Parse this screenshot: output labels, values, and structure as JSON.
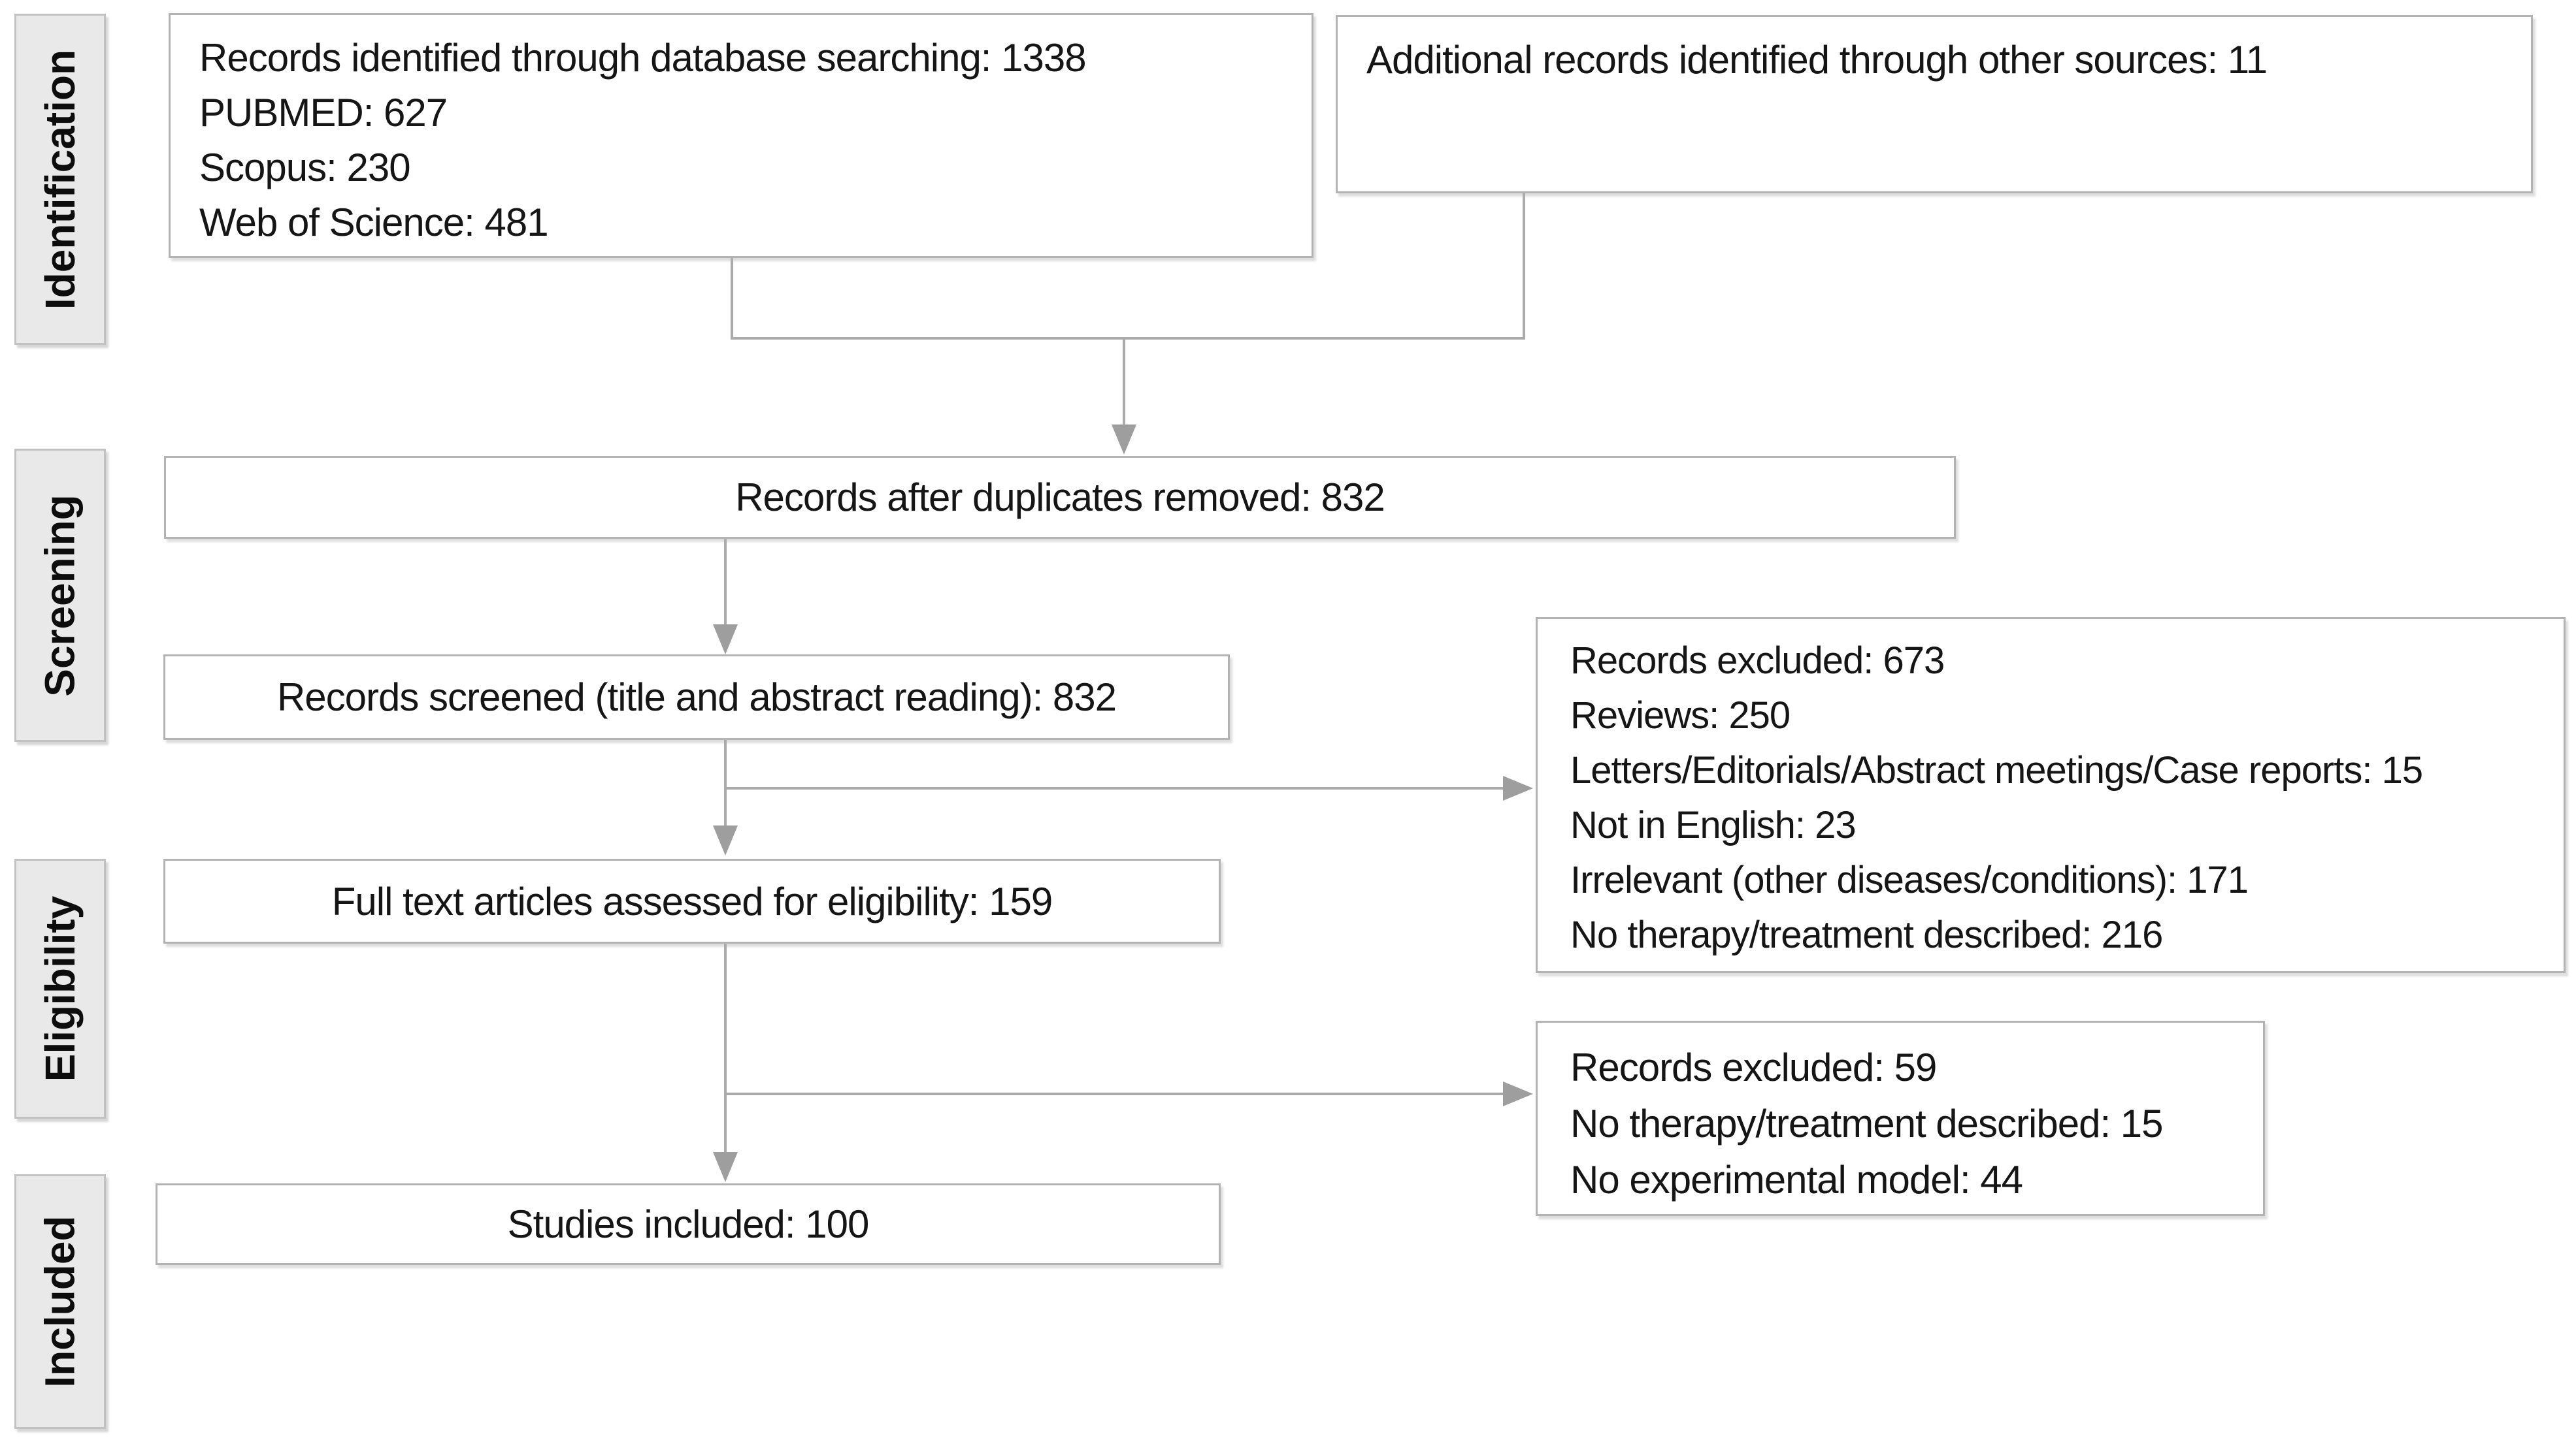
{
  "stages": [
    {
      "label": "Identification"
    },
    {
      "label": "Screening"
    },
    {
      "label": "Eligibility"
    },
    {
      "label": "Included"
    }
  ],
  "boxes": {
    "db_search": {
      "lines": [
        "Records identified through database searching: 1338",
        "PUBMED: 627",
        "Scopus: 230",
        "Web of Science: 481"
      ]
    },
    "other_sources": {
      "line": "Additional records identified through other sources: 11"
    },
    "after_duplicates": {
      "line": "Records after duplicates removed: 832"
    },
    "screened": {
      "line": "Records screened (title and abstract reading): 832"
    },
    "excluded_screening": {
      "lines": [
        "Records excluded: 673",
        "Reviews: 250",
        "Letters/Editorials/Abstract meetings/Case reports: 15",
        "Not in English: 23",
        "Irrelevant (other diseases/conditions): 171",
        "No therapy/treatment described: 216"
      ]
    },
    "full_text": {
      "line": "Full text articles assessed for eligibility: 159"
    },
    "excluded_eligibility": {
      "lines": [
        "Records excluded: 59",
        "No therapy/treatment described: 15",
        "No experimental model: 44"
      ]
    },
    "included": {
      "line": "Studies included: 100"
    }
  },
  "colors": {
    "background": "#ffffff",
    "box_border": "#b3b3b3",
    "stage_fill": "#e9e9e9",
    "stage_border": "#c2c2c2",
    "connector": "#ababab",
    "arrowhead": "#9e9e9e",
    "text": "#151515"
  }
}
